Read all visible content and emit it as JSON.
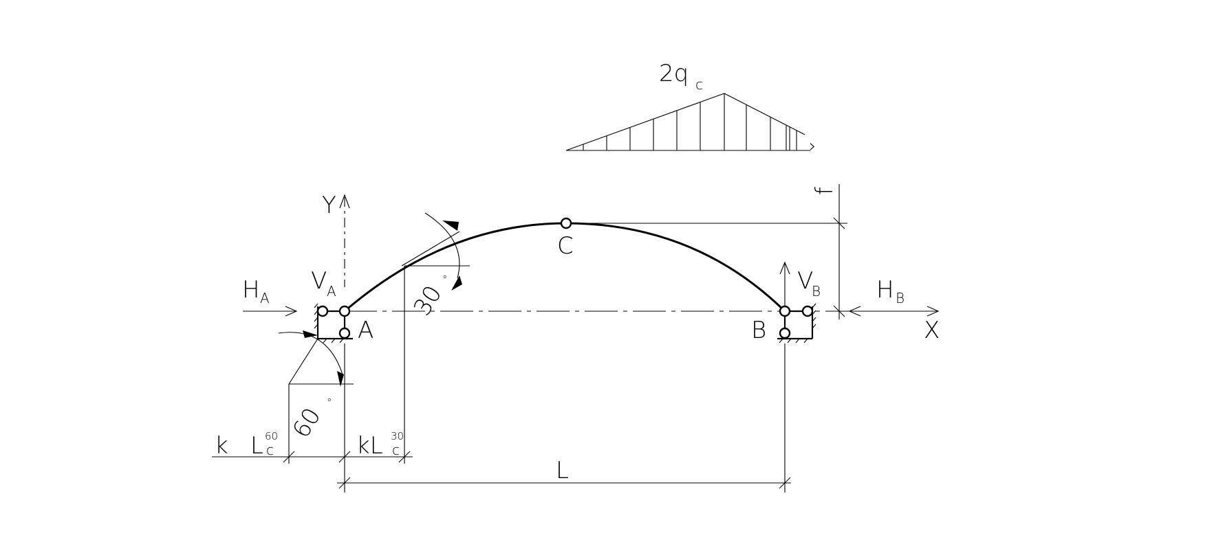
{
  "labels": {
    "load_2q": "2q",
    "load_2q_sub": "c",
    "y_axis": "Y",
    "x_axis": "X",
    "point_a": "A",
    "point_b": "B",
    "point_c": "C",
    "ha_main": "H",
    "ha_sub": "A",
    "va_main": "V",
    "va_sub": "A",
    "vb_main": "V",
    "vb_sub": "B",
    "hb_main": "H",
    "hb_sub": "B",
    "rise_f": "f",
    "span_l": "L",
    "angle_30": "30",
    "angle_60": "60",
    "degree_mark": "°",
    "k_left": "k",
    "l60_main": "L",
    "l60_sub": "c",
    "l60_sup": "60",
    "kl30_main": "kL",
    "kl30_sub": "c",
    "kl30_sup": "30"
  }
}
